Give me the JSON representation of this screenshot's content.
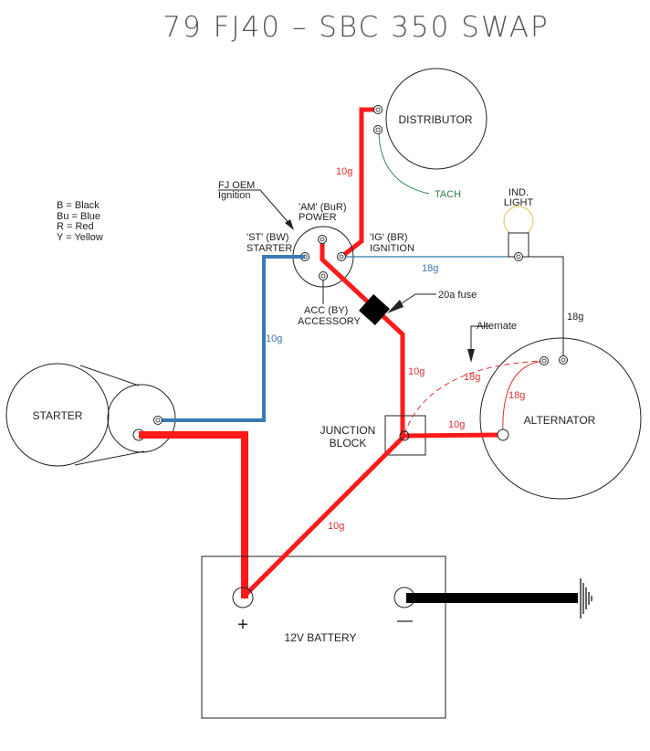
{
  "title": "79 FJ40 – SBC 350 SWAP",
  "legend": [
    "B = Black",
    "Bu = Blue",
    "R = Red",
    "Y = Yellow"
  ],
  "components": {
    "distributor": "DISTRIBUTOR",
    "tach": "TACH",
    "ind_light": [
      "IND.",
      "LIGHT"
    ],
    "ignition_callout": [
      "FJ OEM",
      "Ignition"
    ],
    "am_terminal": [
      "'AM' (BuR)",
      "POWER"
    ],
    "st_terminal": [
      "'ST' (BW)",
      "STARTER"
    ],
    "ig_terminal": [
      "'IG' (BR)",
      "IGNITION"
    ],
    "acc_terminal": [
      "ACC (BY)",
      "ACCESSORY"
    ],
    "fuse": "20a fuse",
    "alternate": "Alternate",
    "starter": "STARTER",
    "junction_block": [
      "JUNCTION",
      "BLOCK"
    ],
    "alternator": "ALTERNATOR",
    "battery": "12V BATTERY",
    "battery_pos": "+",
    "battery_neg": "–"
  },
  "wires": {
    "dist_to_ign": {
      "gauge": "10g",
      "color": "Red"
    },
    "ign_to_light": {
      "gauge": "18g",
      "color": "Blue"
    },
    "light_to_alt": {
      "gauge": "18g",
      "color": "Black"
    },
    "starter_to_ign": {
      "gauge": "10g",
      "color": "Blue"
    },
    "fuse_to_junction": {
      "gauge": "10g",
      "color": "Red"
    },
    "junction_to_alt": {
      "gauge": "10g",
      "color": "Red"
    },
    "alternate_sense": {
      "gauge": "18g",
      "color": "Red",
      "style": "dashed"
    },
    "alt_sense": {
      "gauge": "18g",
      "color": "Red"
    },
    "battery_to_junction": {
      "gauge": "10g",
      "color": "Red"
    }
  },
  "colors": {
    "red_wire": "#ff1a1a",
    "blue_wire": "#3a7ab8",
    "thin_blue": "#2f7fa6",
    "tach_wire": "#3b8a55",
    "bulb": "#e8d58a",
    "ground": "#000000"
  }
}
